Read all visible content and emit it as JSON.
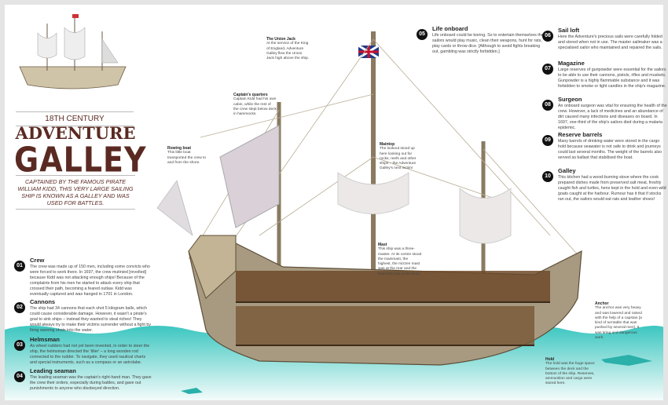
{
  "header": {
    "century": "18TH CENTURY",
    "title_line1": "ADVENTURE",
    "title_line2": "GALLEY",
    "caption": "CAPTAINED BY THE FAMOUS PIRATE WILLIAM KIDD, THIS VERY LARGE SAILING SHIP IS KNOWN AS A GALLEY AND WAS USED FOR BATTLES."
  },
  "items": [
    {
      "num": "01",
      "title": "Crew",
      "text": "The crew was made up of 150 men, including some convicts who were forced to work there. In 1697, the crew mutinied [revolted] because Kidd was not attacking enough ships! Because of the complaints from his men he started to attack every ship that crossed their path, becoming a feared outlaw. Kidd was eventually captured and was hanged in 1701 in London."
    },
    {
      "num": "02",
      "title": "Cannons",
      "text": "The ship had 34 cannons that each shot 5 kilogram balls, which could cause considerable damage. However, it wasn't a pirate's goal to sink ships – instead they wanted to steal riches! They would always try to make their victims surrender without a fight by firing warning shots into the water."
    },
    {
      "num": "03",
      "title": "Helmsman",
      "text": "As wheel rudders had not yet been invented, in order to steer the ship, the helmsman directed the 'tiller' – a long wooden rod connected to the rudder. To navigate, they used nautical charts and special instruments, such as a compass or an astrolabe."
    },
    {
      "num": "04",
      "title": "Leading seaman",
      "text": "The leading seaman was the captain's right-hand man. They gave the crew their orders, especially during battles, and gave out punishments to anyone who disobeyed direction."
    },
    {
      "num": "05",
      "title": "Life onboard",
      "text": "Life onboard could be boring. So to entertain themselves the sailors would play music, clean their weapons, hunt for rats, play cards or throw dice. [Although to avoid fights breaking out, gambling was strictly forbidden.]"
    },
    {
      "num": "06",
      "title": "Sail loft",
      "text": "Here the Adventure's precious sails were carefully folded and stored when not in use. The master sailmaker was a specialised sailor who maintained and repaired the sails."
    },
    {
      "num": "07",
      "title": "Magazine",
      "text": "Large reserves of gunpowder were essential for the sailors to be able to use their cannons, pistols, rifles and muskets. Gunpowder is a highly flammable substance and it was forbidden to smoke or light candles in the ship's magazine."
    },
    {
      "num": "08",
      "title": "Surgeon",
      "text": "An onboard surgeon was vital for ensuring the health of the crew. However, a lack of medicines and an abundance of dirt caused many infections and diseases on board. In 1697, one-third of the ship's sailors died during a malaria epidemic."
    },
    {
      "num": "09",
      "title": "Reserve barrels",
      "text": "Many barrels of drinking water were stored in the cargo hold because seawater is not safe to drink and journeys could last several months. The weight of the barrels also served as ballast that stabilised the boat."
    },
    {
      "num": "10",
      "title": "Galley",
      "text": "This kitchen had a wood-burning stove where the cook prepared dishes made from preserved salt meat, freshly caught fish and turtles, hens kept in the hold and even wild goats caught at the harbour. Rumour has it that if stocks ran out, the sailors would eat rats and leather shoes!"
    }
  ],
  "notes": {
    "union_jack": {
      "title": "The Union Jack",
      "text": "At the service of the King of England, Adventure Galley flew the Union Jack high above the ship."
    },
    "captains_quarters": {
      "title": "Captain's quarters",
      "text": "Captain Kidd had his own cabin, while the rest of the crew slept below deck in hammocks."
    },
    "rowing_boat": {
      "title": "Rowing boat",
      "text": "This little boat transported the crew to and from the shore."
    },
    "maintop": {
      "title": "Maintop",
      "text": "The lookout stood up here looking out for rocks, reefs and other ships – the Adventure Galley's next victim!"
    },
    "mast": {
      "title": "Mast",
      "text": "This ship was a three-master. At its centre stood the mainmast, the highest, the mizzen mast was at the rear and the foremost was at the front."
    },
    "anchor": {
      "title": "Anchor",
      "text": "The anchor was very heavy and was lowered and raised with the help of a capstan [a kind of turntable that was pushed by several men]. It was tiring and dangerous work."
    },
    "hold": {
      "title": "Hold",
      "text": "The hold was the huge space between the deck and the bottom of the ship. Reserves, ammunition and cargo were stored here."
    }
  },
  "colors": {
    "title": "#5a2a22",
    "sea": "#3cc6c0",
    "hull": "#a89a80",
    "sail": "#ece8e8",
    "sail_shadow": "#8a6f86"
  }
}
